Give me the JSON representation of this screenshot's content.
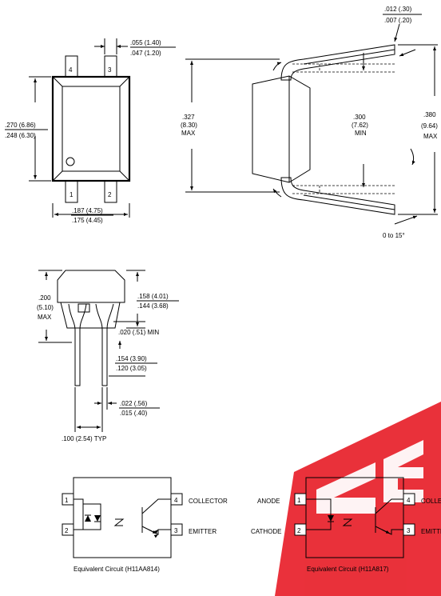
{
  "top_view": {
    "pin_labels": [
      "4",
      "3",
      "1",
      "2"
    ],
    "pin_width": {
      "max": ".055 (1.40)",
      "min": ".047 (1.20)"
    },
    "body_length": {
      "max": ".270 (6.86)",
      "min": ".248 (6.30)"
    },
    "body_width": {
      "max": ".187 (4.75)",
      "min": ".175 (4.45)"
    }
  },
  "side_view": {
    "lead_thickness": {
      "max": ".012 (.30)",
      "min": ".007 (.20)"
    },
    "overall_height": [
      ".327",
      "(8.30)",
      "MAX"
    ],
    "row_spacing": [
      ".300",
      "(7.62)",
      "MIN"
    ],
    "lead_span": [
      ".380",
      "(9.64)",
      "MAX"
    ],
    "lead_angle": "0  to 15°"
  },
  "end_view": {
    "height": [
      ".200",
      "(5.10)",
      "MAX"
    ],
    "body_thickness": {
      "max": ".158 (4.01)",
      "min": ".144 (3.68)"
    },
    "standoff": ".020 (.51) MIN",
    "lead_length": {
      "max": ".154 (3.90)",
      "min": ".120 (3.05)"
    },
    "lead_width": {
      "max": ".022 (.56)",
      "min": ".015 (.40)"
    },
    "pitch": ".100 (2.54) TYP"
  },
  "circuit_h11aa814": {
    "pins": [
      "1",
      "2",
      "4",
      "3"
    ],
    "collector_label": "COLLECTOR",
    "emitter_label": "EMITTER",
    "caption": "Equivalent Circuit (H11AA814)"
  },
  "circuit_h11a817": {
    "pins": [
      "1",
      "2",
      "4",
      "3"
    ],
    "anode_label": "ANODE",
    "cathode_label": "CATHODE",
    "collector_label": "COLLECTOR",
    "emitter_label": "EMITTER",
    "caption": "Equivalent Circuit (H11A817)"
  },
  "watermark": {
    "color": "#e8202a",
    "text": "ZEE"
  }
}
